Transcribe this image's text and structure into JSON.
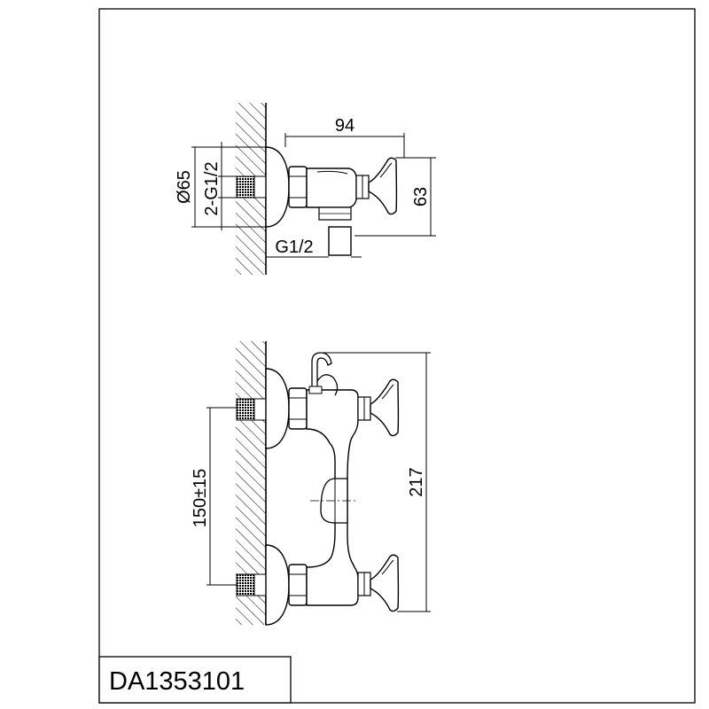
{
  "side_view": {
    "dim_width": "94",
    "dim_height": "63",
    "dim_diameter": "Ø65",
    "dim_inlet_thread": "2-G1/2",
    "dim_outlet_thread": "G1/2"
  },
  "front_view": {
    "dim_center_spacing": "150±15",
    "dim_total_height": "217"
  },
  "model_code": "DA1353101"
}
